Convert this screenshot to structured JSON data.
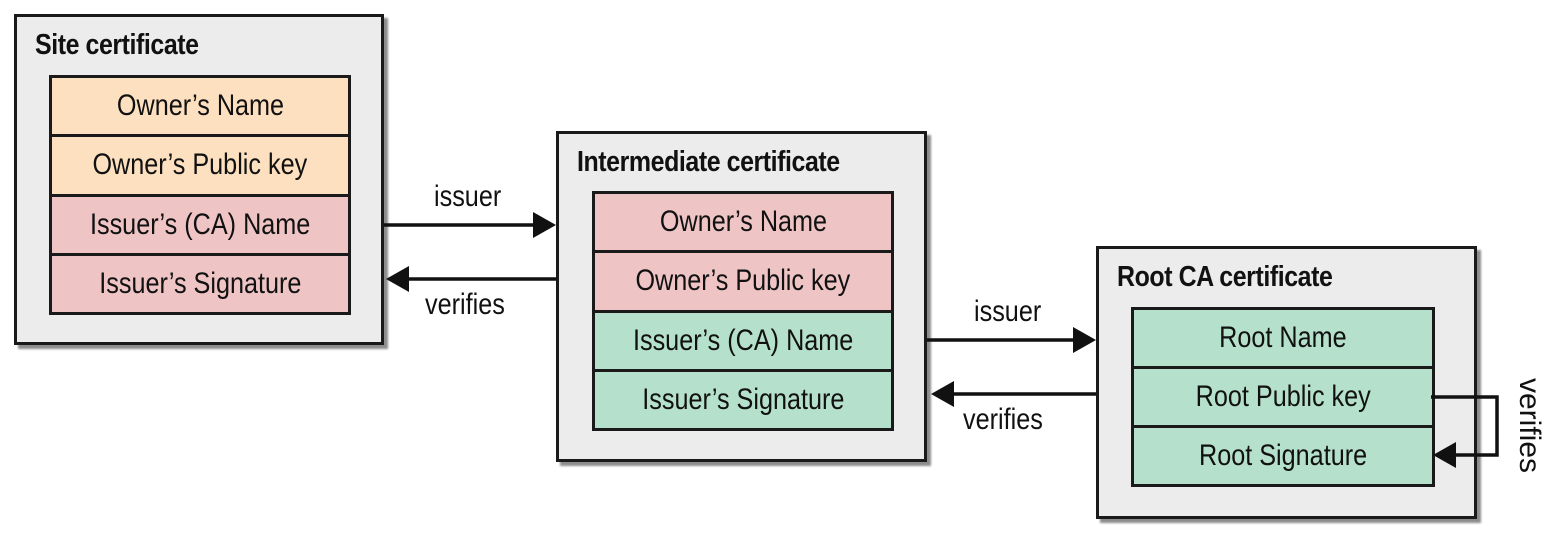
{
  "site": {
    "title": "Site certificate",
    "fields": [
      "Owner’s Name",
      "Owner’s Public key",
      "Issuer’s (CA) Name",
      "Issuer’s Signature"
    ]
  },
  "intermediate": {
    "title": "Intermediate certificate",
    "fields": [
      "Owner’s Name",
      "Owner’s Public key",
      "Issuer’s (CA) Name",
      "Issuer’s Signature"
    ]
  },
  "root": {
    "title": "Root CA certificate",
    "fields": [
      "Root Name",
      "Root Public key",
      "Root Signature"
    ]
  },
  "links": {
    "issuer_label": "issuer",
    "verifies_label": "verifies"
  },
  "colors": {
    "owner_fill": "#fde0bf",
    "issuer_fill": "#efc4c5",
    "root_fill": "#b5e0cb",
    "box_fill": "#ececec"
  }
}
